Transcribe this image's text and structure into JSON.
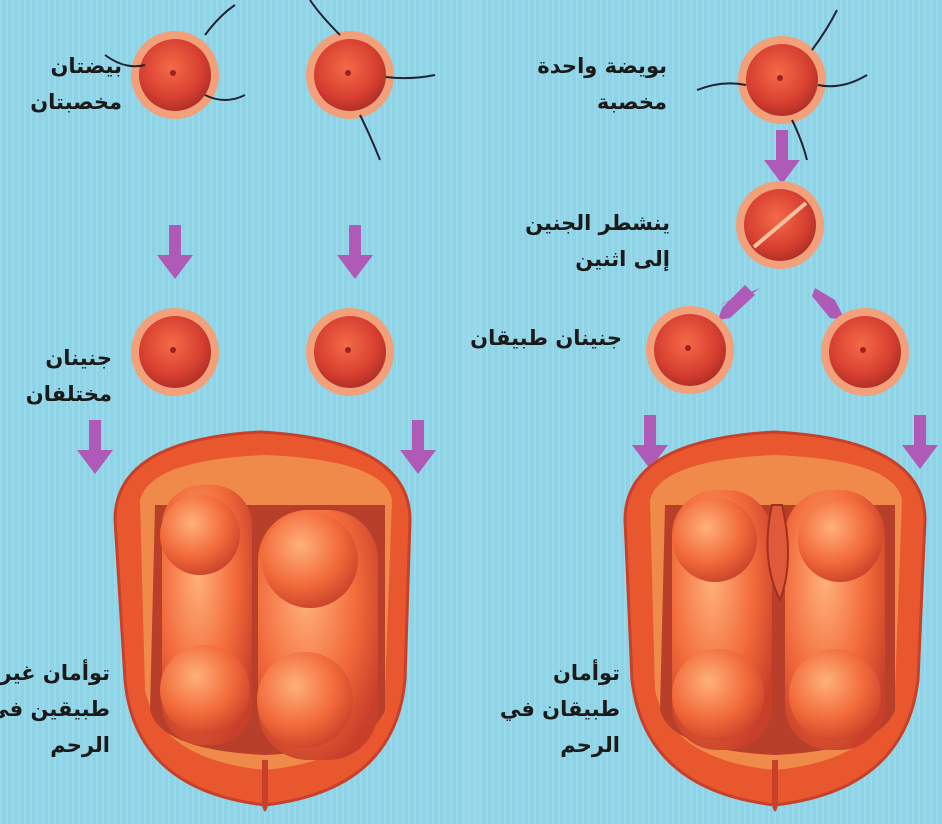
{
  "colors": {
    "background": "#8fd3e6",
    "arrow": "#b05ab8",
    "egg": "#e0463a",
    "egg_rim": "#f2a07a",
    "uterus": "#e8572e",
    "uterus_inner": "#f08a4a",
    "fetus": "#ef6a3a",
    "text": "#1a1a1a"
  },
  "left_panel": {
    "label_two_eggs": [
      "بيضتان",
      "مخصبتان"
    ],
    "label_two_embryos": [
      "جنينان",
      "مختلفان"
    ],
    "label_twins": [
      "توأمان غير",
      "طبيقين في",
      "الرحم"
    ]
  },
  "right_panel": {
    "label_one_egg": [
      "بويضة واحدة",
      "مخصبة"
    ],
    "label_split": [
      "ينشطر الجنين",
      "إلى اثنين"
    ],
    "label_identical_embryos": "جنينان طبيقان",
    "label_twins": [
      "توأمان",
      "طبيقان في",
      "الرحم"
    ]
  },
  "icons": [
    "fertilized-egg-icon",
    "down-arrow-icon",
    "uterus-icon",
    "fetus-icon"
  ]
}
